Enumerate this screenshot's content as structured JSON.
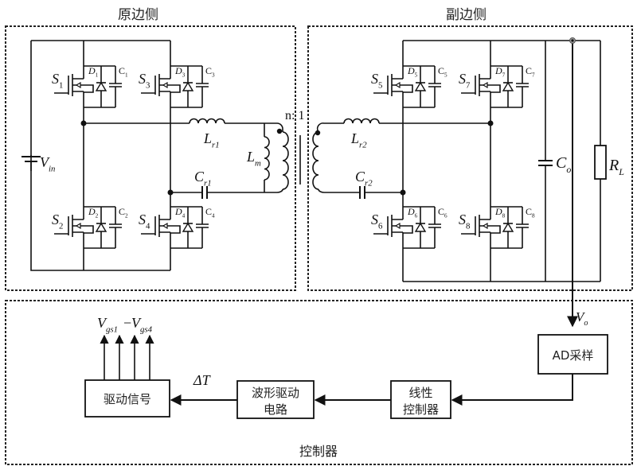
{
  "sections": {
    "primary_title": "原边侧",
    "secondary_title": "副边侧",
    "controller_title": "控制器"
  },
  "primary": {
    "source": {
      "label": "V",
      "sub": "in"
    },
    "switches": [
      {
        "s": "S",
        "s_sub": "1",
        "d": "D",
        "d_sub": "1",
        "c": "C",
        "c_sub": "1"
      },
      {
        "s": "S",
        "s_sub": "3",
        "d": "D",
        "d_sub": "3",
        "c": "C",
        "c_sub": "3"
      },
      {
        "s": "S",
        "s_sub": "2",
        "d": "D",
        "d_sub": "2",
        "c": "C",
        "c_sub": "2"
      },
      {
        "s": "S",
        "s_sub": "4",
        "d": "D",
        "d_sub": "4",
        "c": "C",
        "c_sub": "4"
      }
    ],
    "Lr": {
      "label": "L",
      "sub": "r1"
    },
    "Cr": {
      "label": "C",
      "sub": "r1"
    },
    "Lm": {
      "label": "L",
      "sub": "m"
    }
  },
  "transformer": {
    "ratio": "n: 1"
  },
  "secondary": {
    "switches": [
      {
        "s": "S",
        "s_sub": "5",
        "d": "D",
        "d_sub": "5",
        "c": "C",
        "c_sub": "5"
      },
      {
        "s": "S",
        "s_sub": "7",
        "d": "D",
        "d_sub": "7",
        "c": "C",
        "c_sub": "7"
      },
      {
        "s": "S",
        "s_sub": "6",
        "d": "D",
        "d_sub": "6",
        "c": "C",
        "c_sub": "6"
      },
      {
        "s": "S",
        "s_sub": "8",
        "d": "D",
        "d_sub": "8",
        "c": "C",
        "c_sub": "8"
      }
    ],
    "Lr": {
      "label": "L",
      "sub": "r2"
    },
    "Cr": {
      "label": "C",
      "sub": "r2"
    },
    "Co": {
      "label": "C",
      "sub": "o"
    },
    "RL": {
      "label": "R",
      "sub": "L"
    }
  },
  "controller": {
    "vo": {
      "label": "V",
      "sub": "o"
    },
    "gate_signals": {
      "a": "V",
      "a_sub": "gs1",
      "dash": "−",
      "b": "V",
      "b_sub": "gs4"
    },
    "delta_t": "ΔT",
    "blocks": {
      "ad": "AD采样",
      "linear_1": "线性",
      "linear_2": "控制器",
      "waveform_1": "波形驱动",
      "waveform_2": "电路",
      "drive": "驱动信号"
    }
  }
}
